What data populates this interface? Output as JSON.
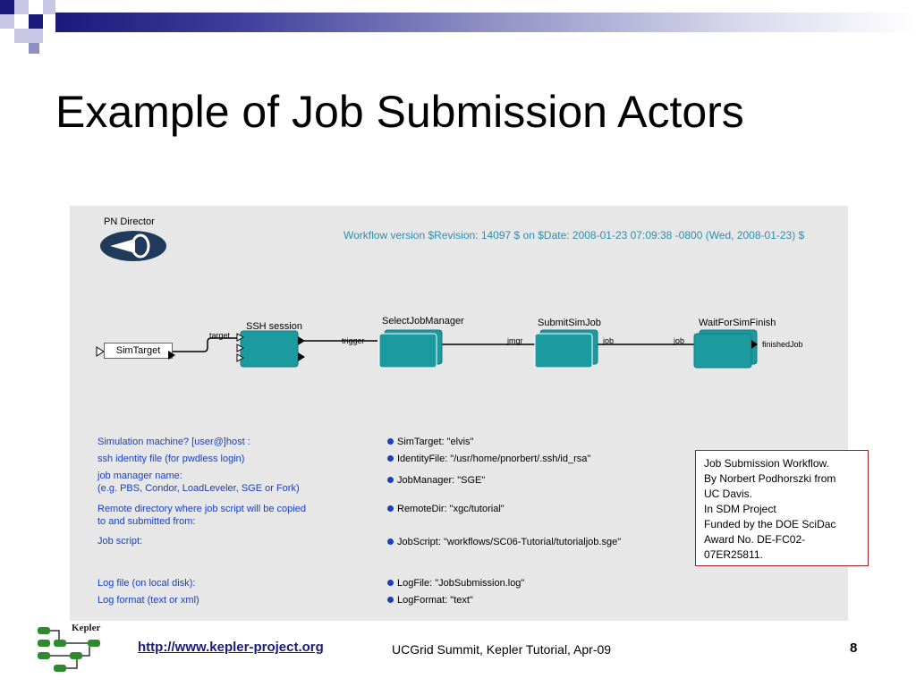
{
  "slide": {
    "title": "Example of Job Submission Actors",
    "page_number": "8",
    "footer_link": "http://www.kepler-project.org",
    "footer_center": "UCGrid Summit, Kepler Tutorial, Apr-09",
    "logo_text": "Kepler"
  },
  "workflow": {
    "director_label": "PN Director",
    "version": "Workflow version $Revision: 14097 $ on $Date: 2008-01-23 07:09:38 -0800 (Wed, 2008-01-23) $",
    "source_actor": "SimTarget",
    "actors": {
      "ssh": "SSH session",
      "select": "SelectJobManager",
      "submit": "SubmitSimJob",
      "wait": "WaitForSimFinish"
    },
    "ports": {
      "target": "target",
      "trigger": "trigger",
      "jmgr": "jmgr",
      "job_out": "job",
      "job_in": "job",
      "finished": "finishedJob"
    },
    "parameters": [
      {
        "description": "Simulation machine? [user@]host :",
        "value": "SimTarget: \"elvis\""
      },
      {
        "description": "ssh identity file (for pwdless login)",
        "value": "IdentityFile: \"/usr/home/pnorbert/.ssh/id_rsa\""
      },
      {
        "description": "job manager name:",
        "description2": "(e.g. PBS, Condor, LoadLeveler, SGE or Fork)",
        "value": "JobManager: \"SGE\""
      },
      {
        "description": "Remote directory where job script will be copied",
        "description2": "to and submitted from:",
        "value": "RemoteDir: \"xgc/tutorial\""
      },
      {
        "description": "Job script:",
        "value": "JobScript: \"workflows/SC06-Tutorial/tutorialjob.sge\""
      },
      {
        "description": "Log file (on local disk):",
        "value": "LogFile: \"JobSubmission.log\""
      },
      {
        "description": "Log format (text or xml)",
        "value": "LogFormat: \"text\""
      }
    ]
  },
  "note": {
    "lines": [
      "Job Submission Workflow.",
      "By Norbert Podhorszki from",
      "UC Davis.",
      "In SDM Project",
      "Funded by the DOE SciDac",
      "Award No. DE-FC02-",
      "07ER25811."
    ]
  },
  "colors": {
    "actor": "#1b9aa0",
    "title_bar": "#1a1a7a",
    "param_text": "#1a3fbf",
    "version_text": "#2e8fae",
    "note_border": "#a02020"
  }
}
